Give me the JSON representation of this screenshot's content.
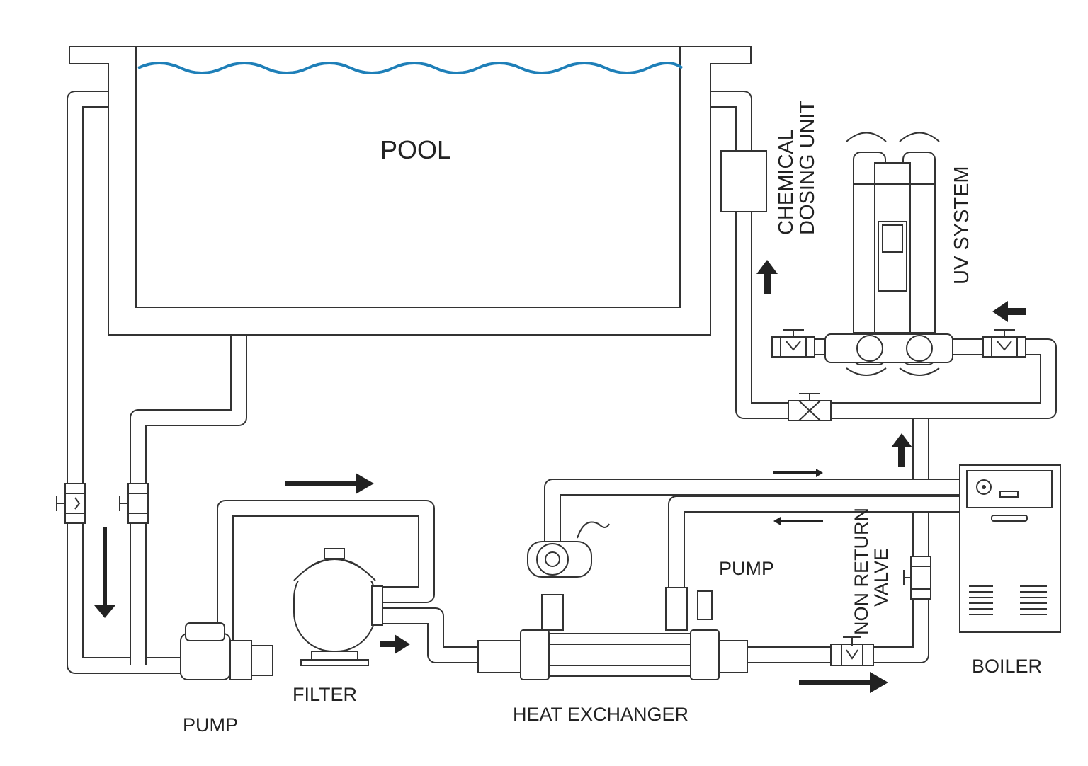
{
  "labels": {
    "pool": "POOL",
    "chemical_dosing_unit": [
      "CHEMICAL",
      "DOSING UNIT"
    ],
    "uv_system": "UV SYSTEM",
    "pump_main": "PUMP",
    "filter": "FILTER",
    "heat_exchanger": "HEAT EXCHANGER",
    "pump_circulator": "PUMP",
    "non_return_valve": [
      "NON RETURN",
      "VALVE"
    ],
    "boiler": "BOILER"
  },
  "colors": {
    "water": "#1e7fb8",
    "line": "#333333",
    "arrow": "#222222"
  }
}
